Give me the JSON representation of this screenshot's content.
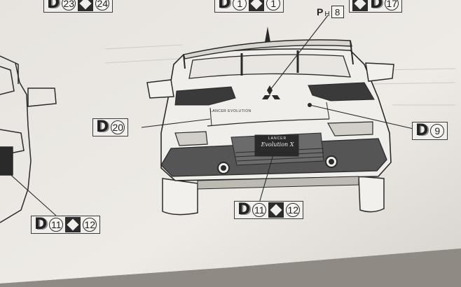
{
  "badge": {
    "line1": "LANCER",
    "line2": "Evolution X"
  },
  "trunk_text": "LANCER EVOLUTION",
  "pin": {
    "letter": "P",
    "sub": "H",
    "number": "8"
  },
  "callouts": {
    "top_left": {
      "letter": "D",
      "n1": "23",
      "n2": "24"
    },
    "top_right": {
      "letter": "D",
      "n1": "1",
      "n2": "1",
      "n3": "17"
    },
    "left_mid": {
      "letter": "D",
      "n1": "20"
    },
    "right_mid": {
      "letter": "D",
      "n1": "9"
    },
    "bottom_center": {
      "letter": "D",
      "n1": "11",
      "n2": "12"
    },
    "bottom_left": {
      "letter": "D",
      "n1": "11",
      "n2": "12"
    }
  },
  "colors": {
    "paper": "#ece9e4",
    "ink": "#2a2a2a",
    "shadow": "#9a958e"
  }
}
